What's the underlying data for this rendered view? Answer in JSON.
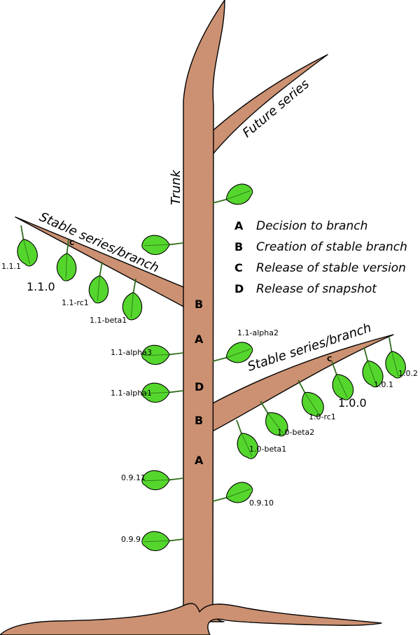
{
  "labels": {
    "trunk": "Trunk",
    "future_series": "Future series",
    "stable_left": "Stable series/branch",
    "stable_right": "Stable series/branch"
  },
  "legend": [
    {
      "key": "A",
      "text": "Decision to branch"
    },
    {
      "key": "B",
      "text": "Creation of stable branch"
    },
    {
      "key": "C",
      "text": "Release of stable version"
    },
    {
      "key": "D",
      "text": "Release of snapshot"
    }
  ],
  "trunk_markers": [
    "B",
    "A",
    "D",
    "B",
    "A"
  ],
  "branch_markers": [
    "C",
    "C"
  ],
  "releases": {
    "trunk_left": [
      "1.1-alpha3",
      "1.1-alpha1",
      "0.9.11",
      "0.9.9"
    ],
    "trunk_right": [
      "1.1-alpha2",
      "0.9.10"
    ],
    "left_branch": [
      "1.1.1",
      "1.1.0",
      "1.1-rc1",
      "1.1-beta1"
    ],
    "right_branch": [
      "1.0.2",
      "1.0.1",
      "1.0.0",
      "1.0-rc1",
      "1.0-beta2",
      "1.0-beta1"
    ]
  },
  "colors": {
    "wood": "#cc9172",
    "leaf": "#55d62d",
    "outline": "#000000"
  },
  "icons": [
    "leaf-icon"
  ]
}
